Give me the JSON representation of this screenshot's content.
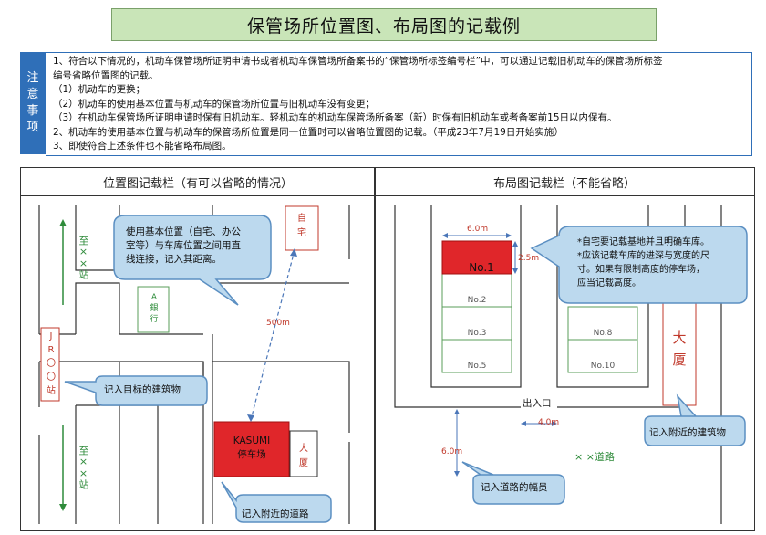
{
  "title": "保管场所位置图、布局图的记载例",
  "notes": {
    "tab_label": [
      "注",
      "意",
      "事",
      "项"
    ],
    "lines": [
      "1、符合以下情况的，机动车保管场所证明申请书或者机动车保管场所备案书的“保管场所标签编号栏”中，可以通过记载旧机动车的保管场所标签",
      "编号省略位置图的记载。",
      "（1）机动车的更换；",
      "（2）机动车的使用基本位置与机动车的保管场所位置与旧机动车没有变更；",
      "（3）在机动车保管场所证明申请时保有旧机动车。轻机动车的机动车保管场所备案（新）时保有旧机动车或者备案前15日以内保有。",
      "2、机动车的使用基本位置与机动车的保管场所位置是同一位置时可以省略位置图的记载。（平成23年7月19日开始实施）",
      "3、即使符合上述条件也不能省略布局图。"
    ]
  },
  "left_panel": {
    "header": "位置图记载栏（有可以省略的情况）",
    "road_top": [
      "至",
      "×",
      "×",
      "站"
    ],
    "road_bottom": [
      "至",
      "×",
      "×",
      "站"
    ],
    "station": [
      "J",
      "R",
      "〇",
      "〇",
      "站"
    ],
    "bank": [
      "A",
      "銀",
      "行"
    ],
    "home": [
      "自",
      "宅"
    ],
    "building": [
      "大",
      "厦"
    ],
    "parking": [
      "KASUMI",
      "停车场"
    ],
    "distance": "500m",
    "bubble_main": [
      "使用基本位置（自宅、办公",
      "室等）与车库位置之间用直",
      "线连接，记入其距离。"
    ],
    "bubble_building": "记入目标的建筑物",
    "bubble_road": "记入附近的道路"
  },
  "right_panel": {
    "header": "布局图记载栏（不能省略）",
    "width_label": "6.0m",
    "depth_label": "2.5m",
    "slots_left": [
      "No.1",
      "No.2",
      "No.3",
      "No.5"
    ],
    "slots_right": [
      "No.8",
      "No.10"
    ],
    "entrance": "出入口",
    "entrance_width": "4.0m",
    "road_width": "6.0m",
    "road_name": "× ×道路",
    "building": [
      "大",
      "厦"
    ],
    "bubble_main": [
      "*自宅要记载基地并且明确车库。",
      "*应该记载车库的进深与宽度的尺",
      "寸。如果有限制高度的停车场，",
      "应当记载高度。"
    ],
    "bubble_building": "记入附近的建筑物",
    "bubble_road": "记入道路的幅员"
  },
  "colors": {
    "title_bg": "#c9e5b8",
    "notes_blue": "#2f6fb8",
    "bubble_fill": "#bcd9ee",
    "bubble_stroke": "#5b8fc2",
    "parking_red": "#e0262a",
    "road_green": "#2e8b3a",
    "dashed_blue": "#4a76b8"
  }
}
